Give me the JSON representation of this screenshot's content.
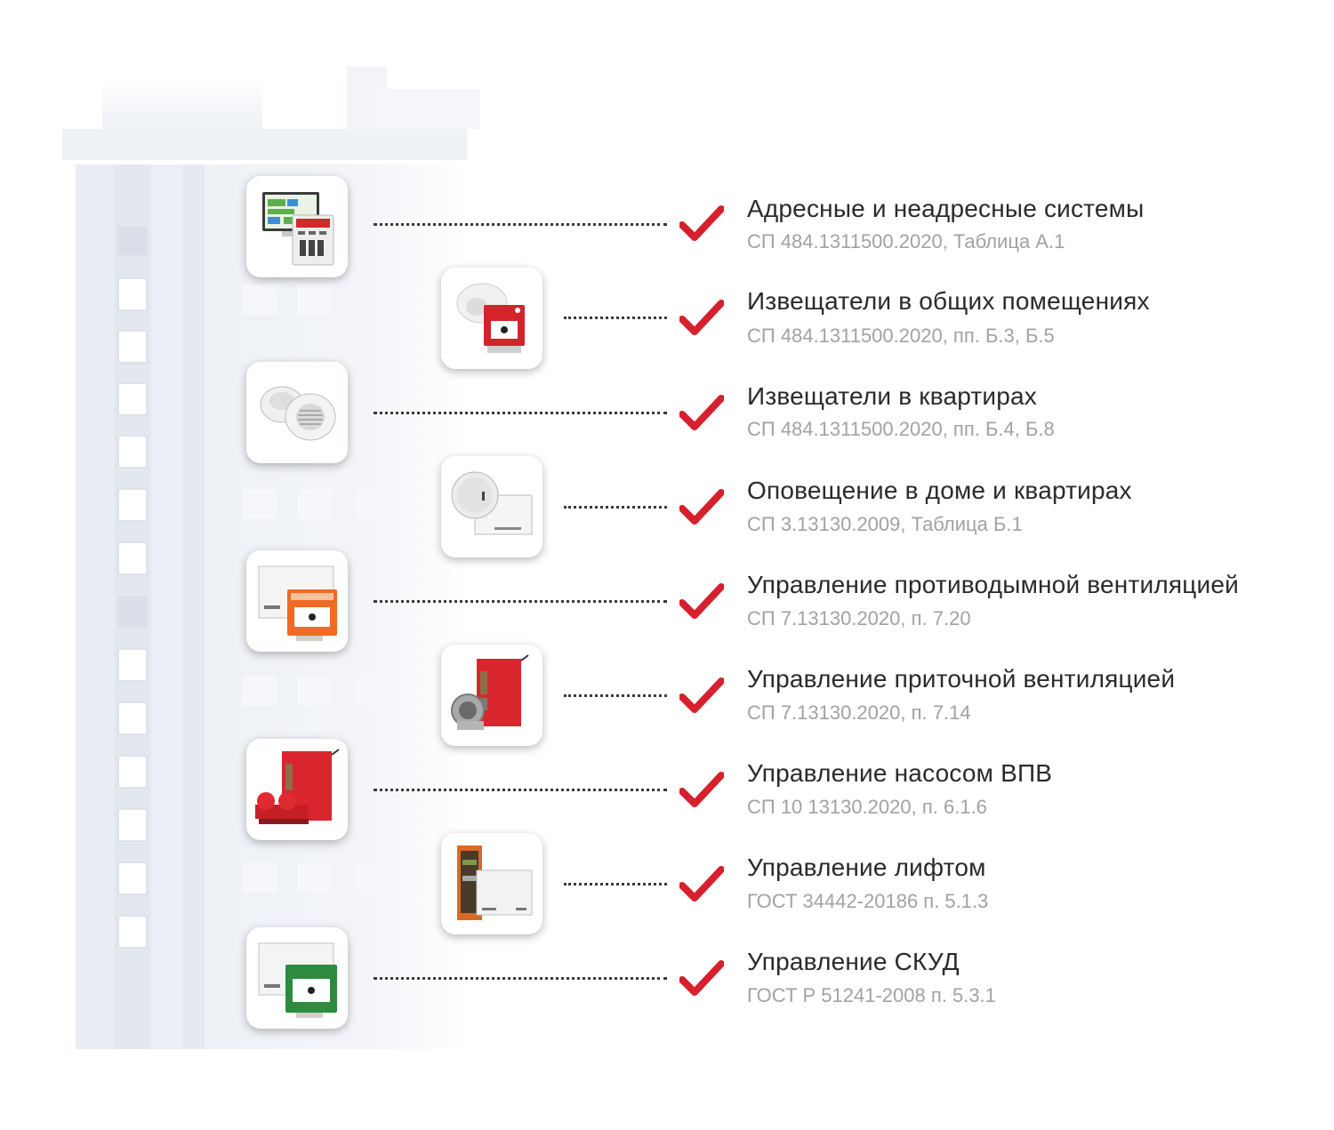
{
  "items": [
    {
      "title": "Адресные и неадресные системы",
      "subtitle": "СП 484.1311500.2020, Таблица А.1",
      "icon": "control-panel-icon"
    },
    {
      "title": "Извещатели в общих помещениях",
      "subtitle": "СП 484.1311500.2020, пп. Б.3, Б.5",
      "icon": "manual-call-point-icon"
    },
    {
      "title": "Извещатели в квартирах",
      "subtitle": "СП 484.1311500.2020, пп. Б.4, Б.8",
      "icon": "smoke-detector-icon"
    },
    {
      "title": "Оповещение в доме и квартирах",
      "subtitle": "СП 3.13130.2009, Таблица Б.1",
      "icon": "siren-module-icon"
    },
    {
      "title": "Управление противодымной вентиляцией",
      "subtitle": "СП 7.13130.2020, п. 7.20",
      "icon": "smoke-vent-button-icon"
    },
    {
      "title": "Управление приточной вентиляцией",
      "subtitle": "СП 7.13130.2020, п. 7.14",
      "icon": "fan-cabinet-icon"
    },
    {
      "title": "Управление насосом ВПВ",
      "subtitle": "СП 10 13130.2020, п. 6.1.6",
      "icon": "pump-cabinet-icon"
    },
    {
      "title": "Управление лифтом",
      "subtitle": "ГОСТ 34442-20186 п. 5.1.3",
      "icon": "elevator-module-icon"
    },
    {
      "title": "Управление СКУД",
      "subtitle": "ГОСТ Р 51241-2008 п. 5.3.1",
      "icon": "door-release-button-icon"
    }
  ],
  "colors": {
    "check": "#d6202d",
    "title": "#2a2a2a",
    "subtitle": "#a2a2a2"
  }
}
